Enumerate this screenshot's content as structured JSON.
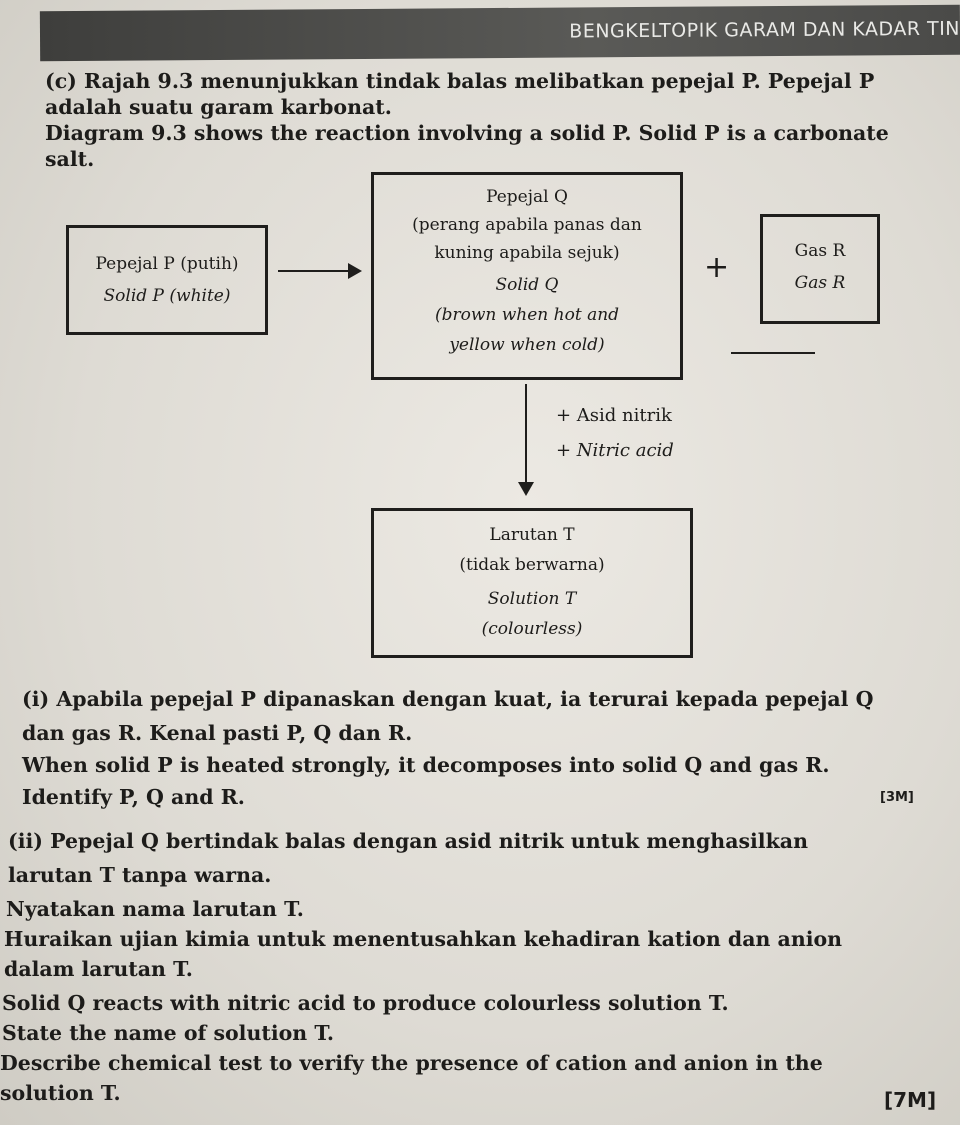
{
  "header": {
    "title": "BENGKELTOPIK GARAM DAN KADAR TIN"
  },
  "intro": {
    "line1": "(c) Rajah 9.3 menunjukkan tindak balas melibatkan pepejal P. Pepejal P",
    "line2": "adalah suatu garam karbonat.",
    "line3": "Diagram 9.3 shows the reaction involving a solid P. Solid P is a carbonate",
    "line4": "salt."
  },
  "diagram": {
    "solid_p": {
      "malay": "Pepejal P (putih)",
      "english": "Solid P (white)"
    },
    "solid_q": {
      "malay_title": "Pepejal Q",
      "malay_desc1": "(perang apabila panas dan",
      "malay_desc2": "kuning apabila sejuk)",
      "english_title": "Solid Q",
      "english_desc1": "(brown when hot and",
      "english_desc2": "yellow when cold)"
    },
    "plus_sign": "+",
    "gas_r": {
      "malay": "Gas R",
      "english": "Gas R"
    },
    "reagent": {
      "malay": "+ Asid nitrik",
      "english": "+ Nitric acid"
    },
    "solution_t": {
      "malay_title": "Larutan T",
      "malay_desc": "(tidak berwarna)",
      "english_title": "Solution T",
      "english_desc": "(colourless)"
    }
  },
  "question_i": {
    "line1": "(i) Apabila pepejal P dipanaskan dengan kuat, ia terurai kepada pepejal Q",
    "line2": "dan gas R. Kenal pasti P, Q dan R.",
    "line3": "When solid P is heated strongly, it decomposes into solid Q and gas R.",
    "line4": "Identify P, Q and R.",
    "marks": "[3M]"
  },
  "question_ii": {
    "line1": "(ii) Pepejal Q bertindak balas dengan asid nitrik untuk menghasilkan",
    "line2": "larutan T tanpa warna.",
    "line3": "Nyatakan nama larutan T.",
    "line4": "Huraikan ujian kimia untuk menentusahkan kehadiran kation dan anion",
    "line5": "dalam larutan T.",
    "line6": "Solid Q reacts with nitric acid to produce colourless solution T.",
    "line7": "State the name of solution T.",
    "line8": "Describe chemical test to verify the presence of cation and anion in the",
    "line9": "solution T.",
    "marks": "[7M]"
  }
}
